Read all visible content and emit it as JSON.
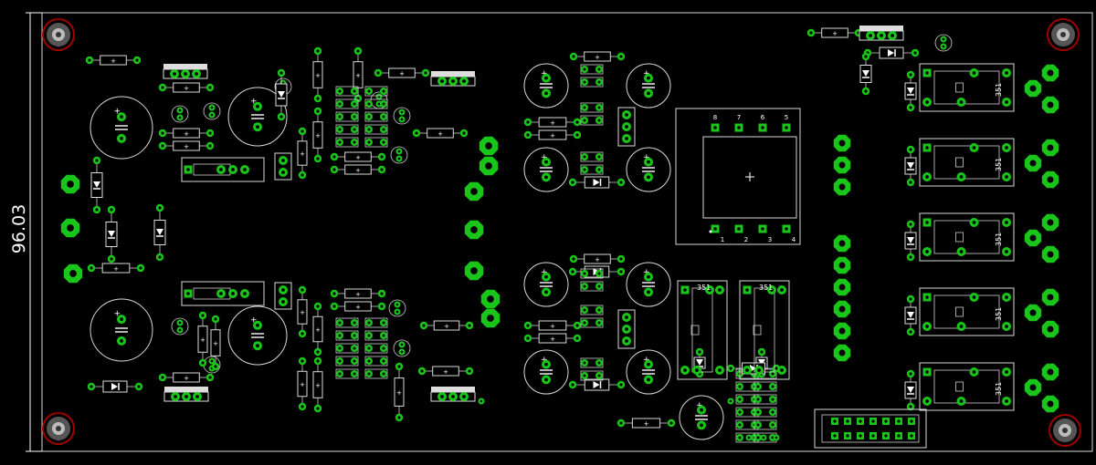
{
  "board": {
    "dimension_label": "96.03",
    "relay_label": "351",
    "ic_pin_labels_top": [
      "8",
      "7",
      "6",
      "5"
    ],
    "ic_pin_labels_bottom": [
      "1",
      "2",
      "3",
      "4"
    ],
    "colors": {
      "background": "#000000",
      "silkscreen": "#d9d9d9",
      "pad": "#19c519",
      "mounting_hole": "#a00000"
    }
  }
}
